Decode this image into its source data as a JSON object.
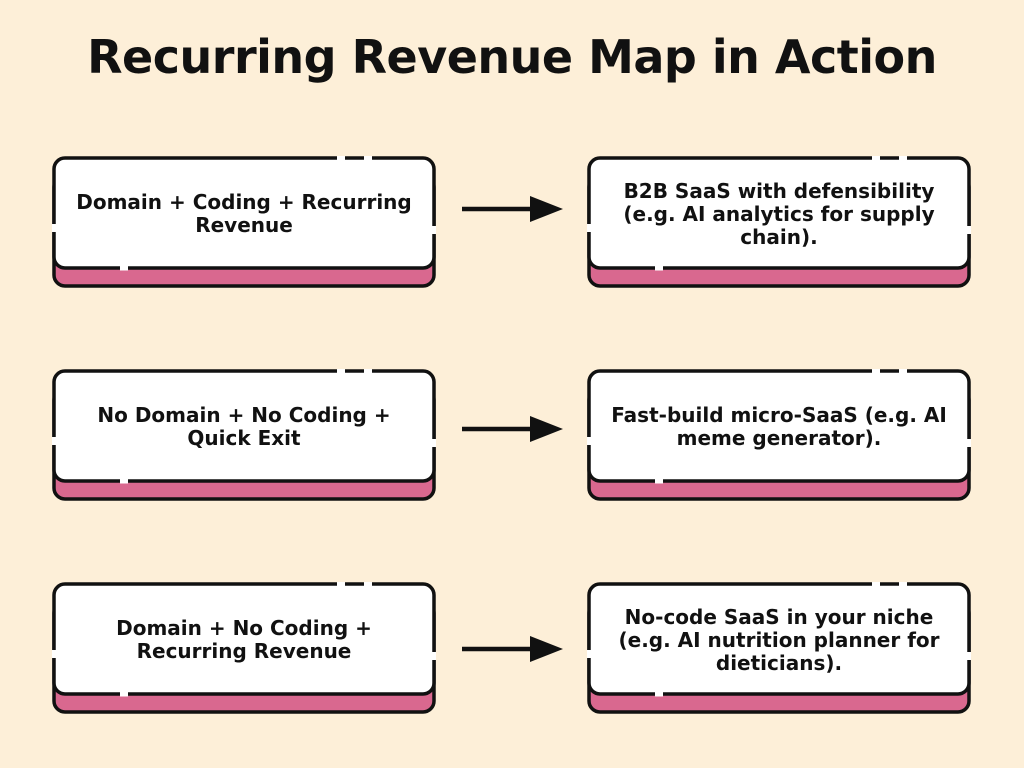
{
  "title": "Recurring Revenue Map in Action",
  "colors": {
    "background": "#fdefd8",
    "card_fill": "#ffffff",
    "card_shadow": "#d9688f",
    "outline": "#111111"
  },
  "rows": [
    {
      "input": "Domain + Coding + Recurring Revenue",
      "output": "B2B SaaS with defensibility (e.g. AI analytics for supply chain)."
    },
    {
      "input": "No Domain + No Coding + Quick Exit",
      "output": "Fast-build micro-SaaS (e.g. AI meme generator)."
    },
    {
      "input": "Domain + No Coding + Recurring Revenue",
      "output": "No-code SaaS in your niche (e.g. AI nutrition planner for dieticians)."
    }
  ]
}
